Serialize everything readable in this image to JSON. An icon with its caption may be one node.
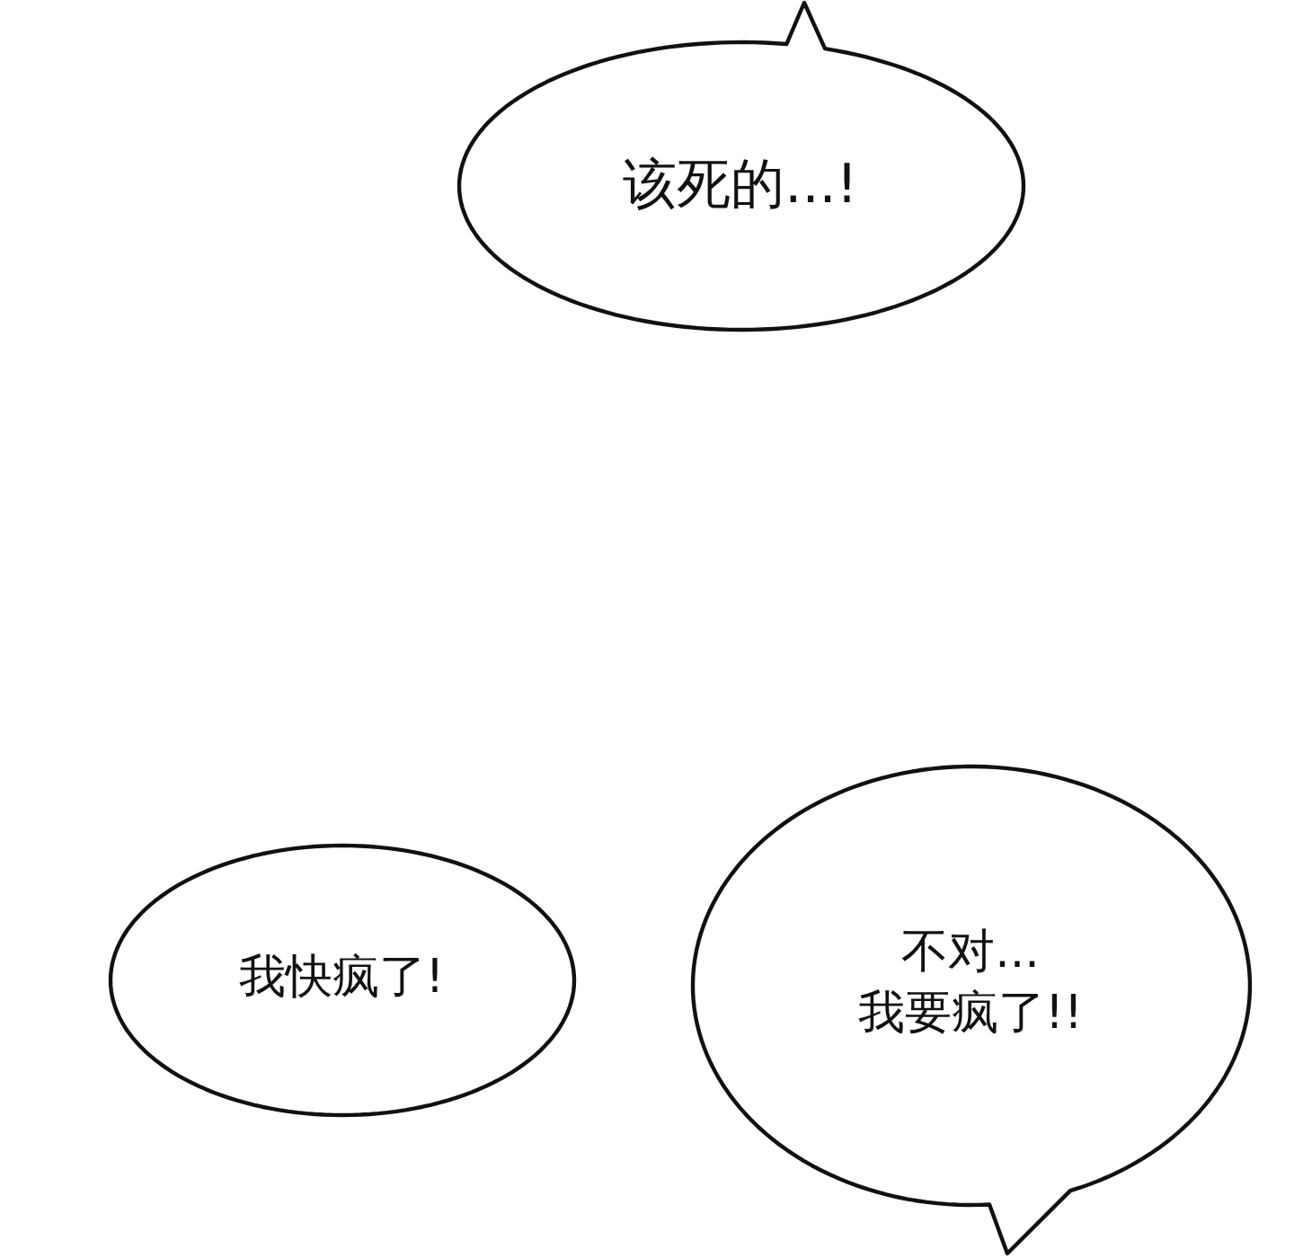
{
  "diagram": {
    "nodes": [
      {
        "text": [
          "该死的...!"
        ]
      },
      {
        "text": [
          "我快疯了!"
        ]
      },
      {
        "text": [
          "不对...",
          "我要疯了!!"
        ]
      }
    ]
  }
}
